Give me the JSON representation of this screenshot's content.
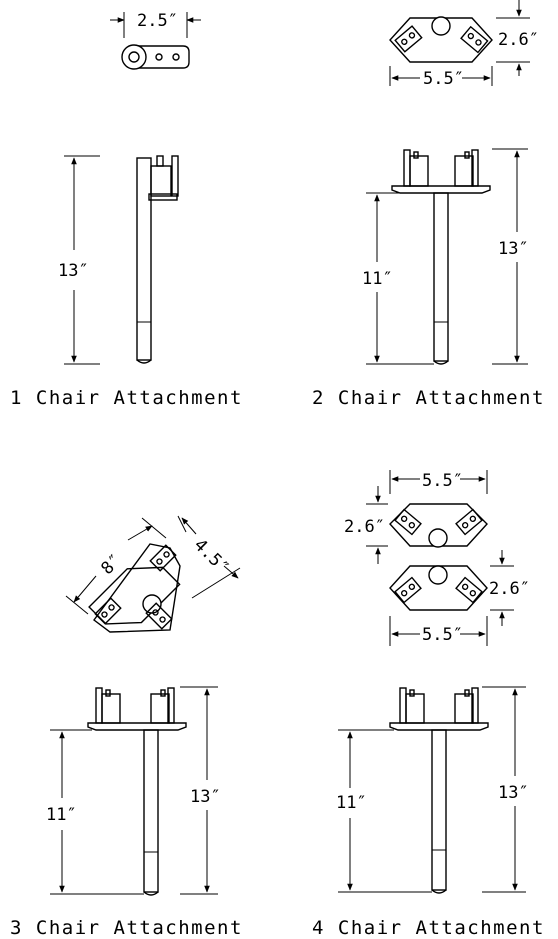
{
  "captions": {
    "one": "1 Chair Attachment",
    "two": "2 Chair Attachment",
    "three": "3 Chair Attachment",
    "four": "4 Chair Attachment"
  },
  "dims": {
    "one_plate_width": "2.5″",
    "one_height": "13″",
    "two_plate_height": "2.6″",
    "two_plate_width": "5.5″",
    "two_shaft": "11″",
    "two_height": "13″",
    "three_plate_long": "8″",
    "three_plate_short": "4.5″",
    "three_shaft": "11″",
    "three_height": "13″",
    "four_top_width": "5.5″",
    "four_top_height": "2.6″",
    "four_bottom_height": "2.6″",
    "four_bottom_width": "5.5″",
    "four_shaft": "11″",
    "four_height": "13″"
  }
}
